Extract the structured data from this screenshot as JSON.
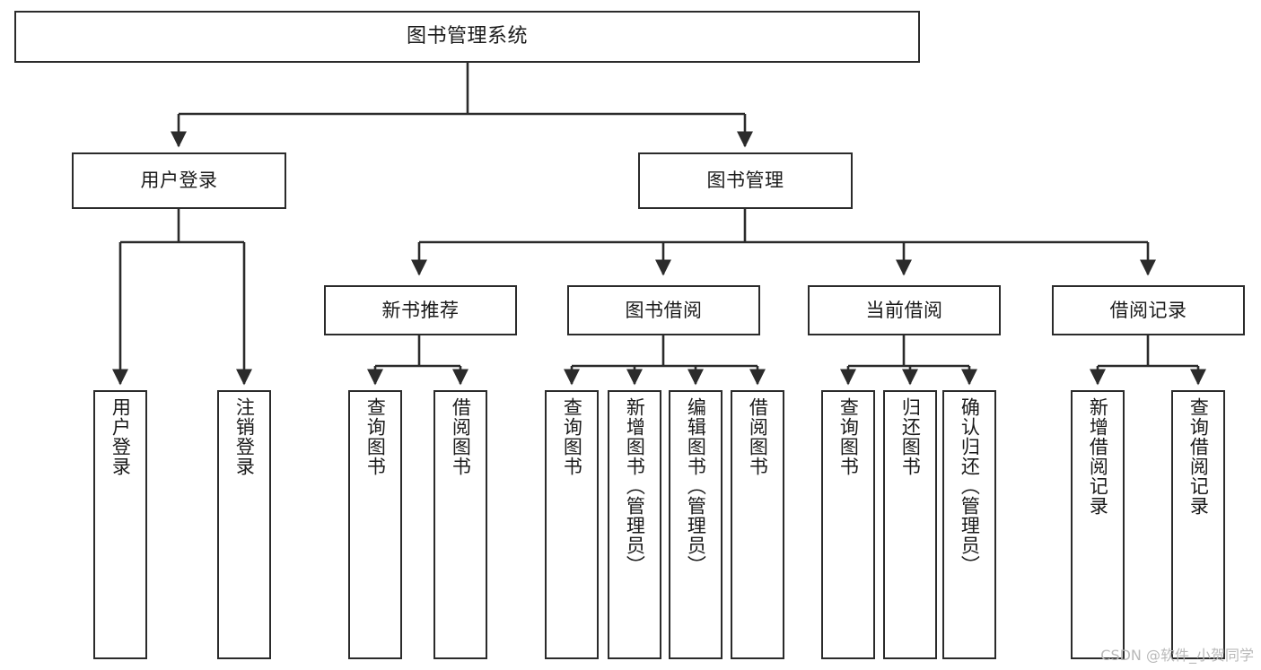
{
  "diagram": {
    "type": "tree-hierarchy-diagram",
    "title": "图书管理系统",
    "watermark": "CSDN @软件_小贺同学",
    "colors": {
      "stroke": "#2b2b2b",
      "fill": "#ffffff",
      "text": "#1a1a1a",
      "watermark": "#b9b9b9"
    },
    "nodes": {
      "root": {
        "label": "图书管理系统",
        "level": 0
      },
      "level1": [
        {
          "id": "user-login",
          "label": "用户登录"
        },
        {
          "id": "book-manage",
          "label": "图书管理"
        }
      ],
      "level2": [
        {
          "id": "new-book-recommend",
          "label": "新书推荐",
          "parent": "book-manage"
        },
        {
          "id": "book-borrow",
          "label": "图书借阅",
          "parent": "book-manage"
        },
        {
          "id": "current-borrow",
          "label": "当前借阅",
          "parent": "book-manage"
        },
        {
          "id": "borrow-record",
          "label": "借阅记录",
          "parent": "book-manage"
        }
      ],
      "leaves": [
        {
          "id": "leaf-user-login",
          "label": "用户登录",
          "parent": "user-login"
        },
        {
          "id": "leaf-logout-login",
          "label": "注销登录",
          "parent": "user-login"
        },
        {
          "id": "leaf-query-book-1",
          "label": "查询图书",
          "parent": "new-book-recommend"
        },
        {
          "id": "leaf-borrow-book-1",
          "label": "借阅图书",
          "parent": "new-book-recommend"
        },
        {
          "id": "leaf-query-book-2",
          "label": "查询图书",
          "parent": "book-borrow"
        },
        {
          "id": "leaf-add-book",
          "label": "新增图书（管理员）",
          "parent": "book-borrow"
        },
        {
          "id": "leaf-edit-book",
          "label": "编辑图书（管理员）",
          "parent": "book-borrow"
        },
        {
          "id": "leaf-borrow-book-2",
          "label": "借阅图书",
          "parent": "book-borrow"
        },
        {
          "id": "leaf-query-book-3",
          "label": "查询图书",
          "parent": "current-borrow"
        },
        {
          "id": "leaf-return-book",
          "label": "归还图书",
          "parent": "current-borrow"
        },
        {
          "id": "leaf-confirm-return",
          "label": "确认归还（管理员）",
          "parent": "current-borrow"
        },
        {
          "id": "leaf-add-record",
          "label": "新增借阅记录",
          "parent": "borrow-record"
        },
        {
          "id": "leaf-query-record",
          "label": "查询借阅记录",
          "parent": "borrow-record"
        }
      ]
    }
  }
}
